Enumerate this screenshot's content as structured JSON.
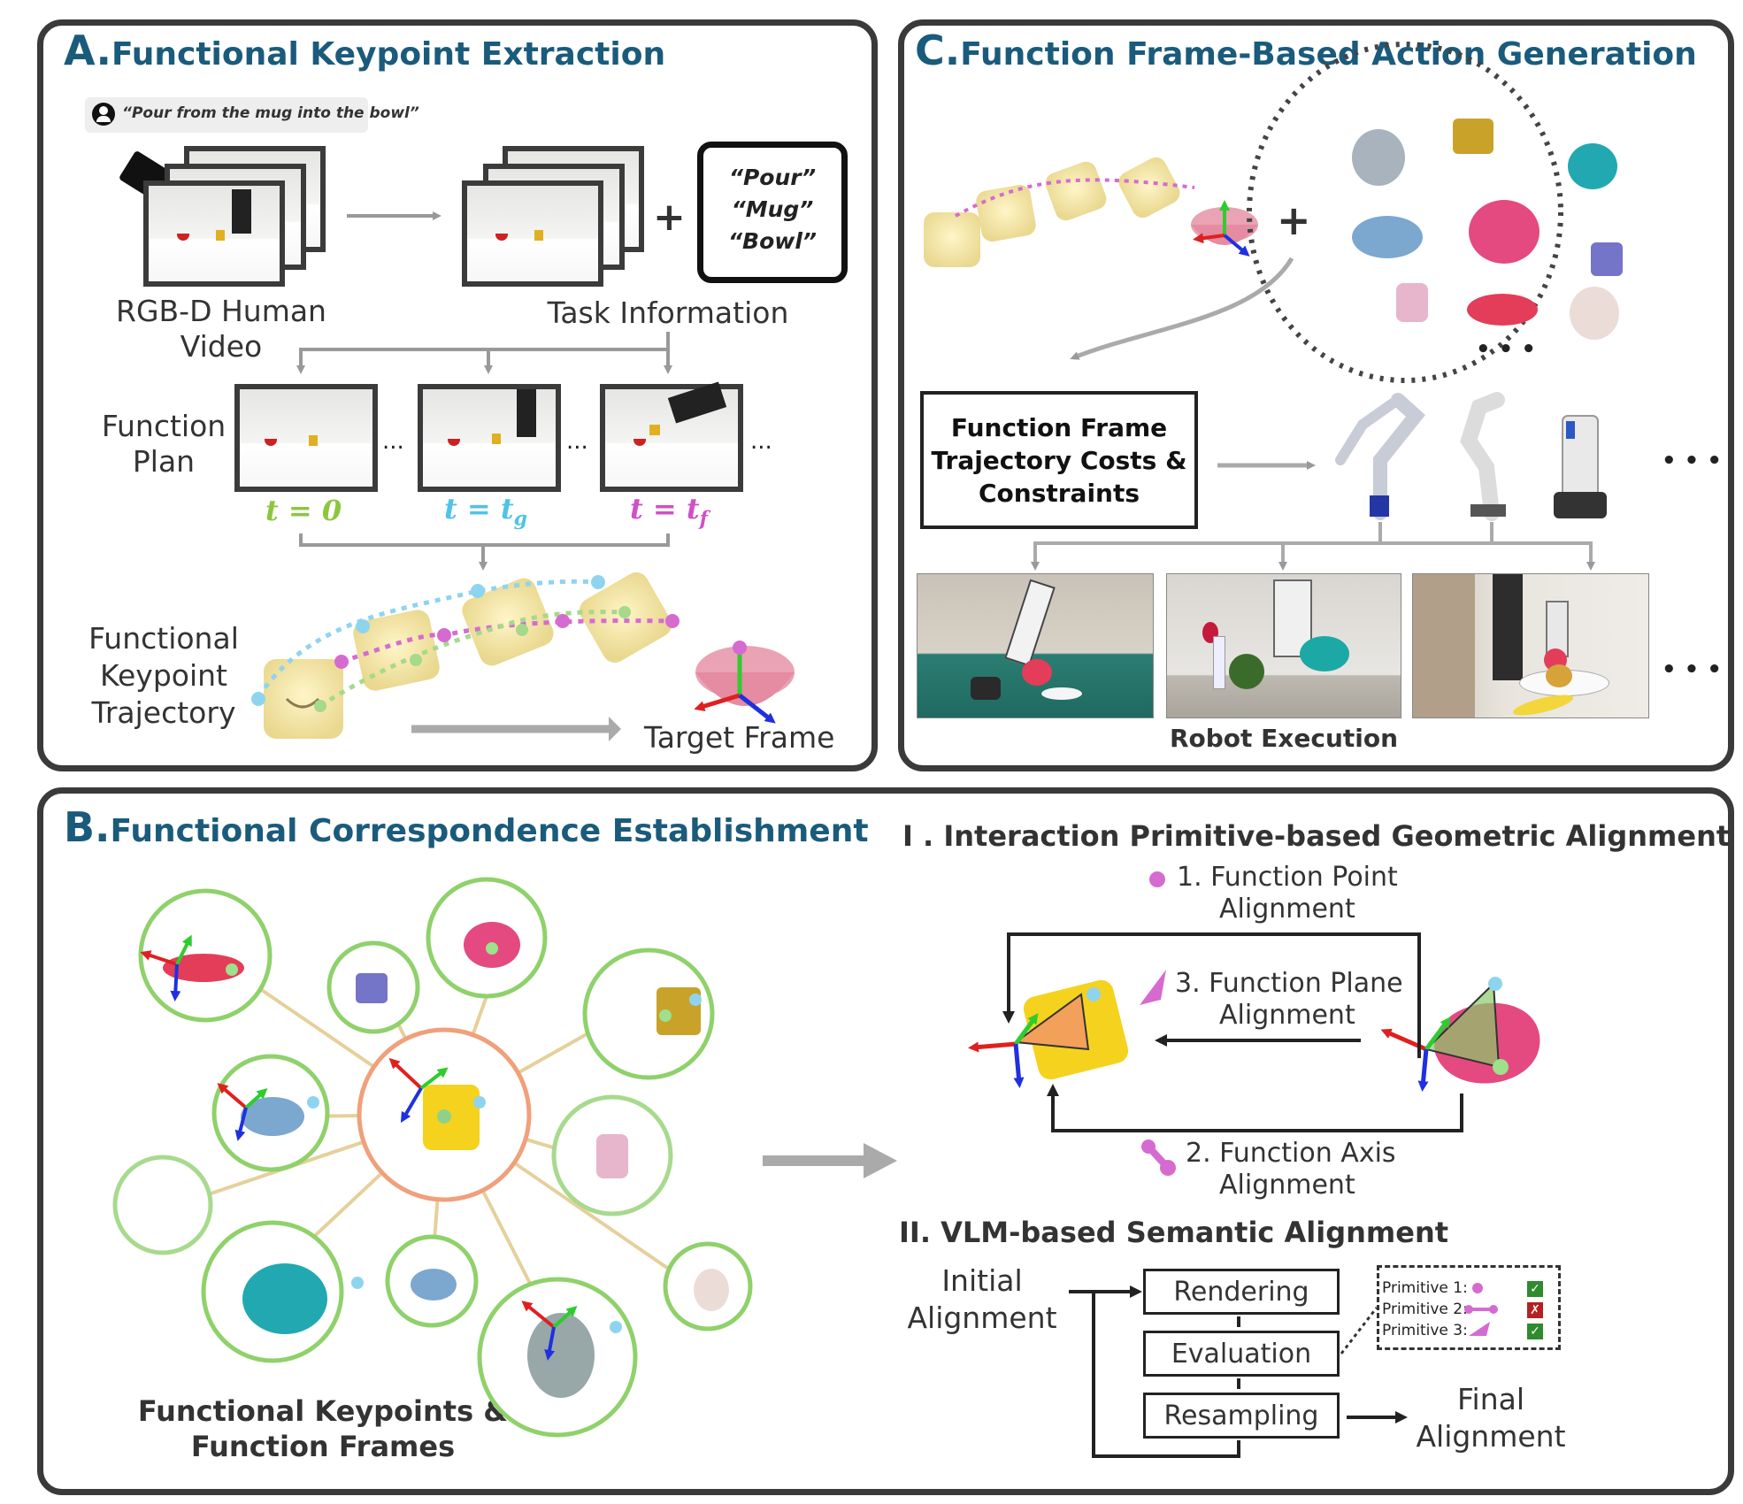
{
  "panelA": {
    "letter": "A.",
    "title": "Functional Keypoint Extraction",
    "instruction": "“Pour from the mug into the bowl”",
    "video_label_1": "RGB-D Human",
    "video_label_2": "Video",
    "task_label": "Task Information",
    "task_words": [
      "“Pour”",
      "“Mug”",
      "“Bowl”"
    ],
    "plan_label_1": "Function",
    "plan_label_2": "Plan",
    "ellipsis": "...",
    "t0": "t = 0",
    "tg": "t = t",
    "tg_sub": "g",
    "tf": "t = t",
    "tf_sub": "f",
    "traj_label_1": "Functional",
    "traj_label_2": "Keypoint",
    "traj_label_3": "Trajectory",
    "target_label": "Target Frame",
    "plus": "+"
  },
  "panelB": {
    "letter": "B.",
    "title": "Functional Correspondence Establishment",
    "ellipsis": "• • •",
    "footer_1": "Functional Keypoints &",
    "footer_2": "Function Frames",
    "section1_numeral": "I .",
    "section1_title": "Interaction Primitive-based Geometric Alignment",
    "fp_1": "1. Function Point",
    "fp_2": "Alignment",
    "fpl_1": "3. Function Plane",
    "fpl_2": "Alignment",
    "fa_1": "2. Function Axis",
    "fa_2": "Alignment",
    "section2_numeral": "II.",
    "section2_title": "VLM-based Semantic Alignment",
    "initial_1": "Initial",
    "initial_2": "Alignment",
    "rendering": "Rendering",
    "evaluation": "Evaluation",
    "resampling": "Resampling",
    "final_1": "Final",
    "final_2": "Alignment",
    "primitive_1": "Primitive 1:",
    "primitive_2": "Primitive 2:",
    "primitive_3": "Primitive 3:"
  },
  "panelC": {
    "letter": "C.",
    "title": "Function Frame-Based Action Generation",
    "plus": "+",
    "ellipsis": "• • •",
    "costs_1": "Function Frame",
    "costs_2": "Trajectory Costs &",
    "costs_3": "Constraints",
    "robot_execution": "Robot Execution"
  },
  "colors": {
    "title_blue": "#1a5b7c",
    "green_t": "#8cc63f",
    "blue_t": "#4fc3e8",
    "magenta_t": "#d14fc7",
    "ring_green": "#8fd16a",
    "ring_orange": "#f0a07a"
  }
}
